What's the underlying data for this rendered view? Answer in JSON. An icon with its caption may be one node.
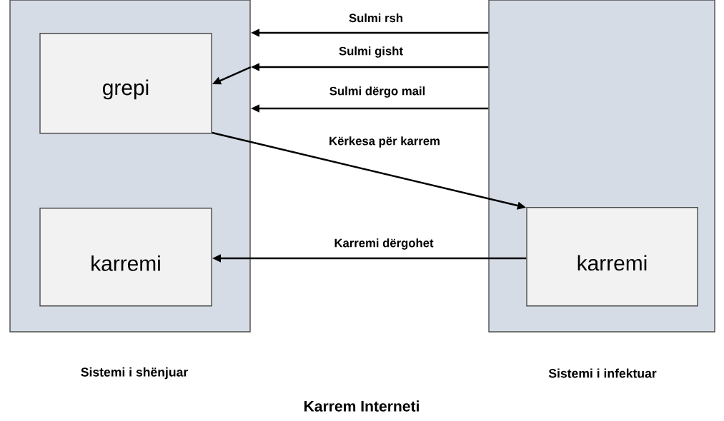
{
  "diagram": {
    "caption": "Karrem Interneti",
    "nodes": [
      {
        "text": [
          "Sistemi i shënjuar"
        ]
      },
      {
        "text": [
          "grepi"
        ],
        "in": 0
      },
      {
        "text": [
          "karremi"
        ],
        "in": 0
      },
      {
        "text": [
          "Sistemi i infektuar"
        ]
      },
      {
        "text": [
          "karremi"
        ],
        "in": 3
      }
    ],
    "edges": [
      {
        "from": 3,
        "to": 0,
        "arrow": "to",
        "label": "Sulmi rsh"
      },
      {
        "from": 3,
        "to": 0,
        "arrow": "to",
        "label": "Sulmi gisht"
      },
      {
        "from": 0,
        "to": 1,
        "arrow": "to"
      },
      {
        "from": 3,
        "to": 0,
        "arrow": "to",
        "label": "Sulmi dërgo mail"
      },
      {
        "from": 1,
        "to": 4,
        "arrow": "to",
        "label": "Kërkesa për karrem"
      },
      {
        "from": 4,
        "to": 2,
        "arrow": "to",
        "label": "Karremi dërgohet"
      }
    ]
  }
}
